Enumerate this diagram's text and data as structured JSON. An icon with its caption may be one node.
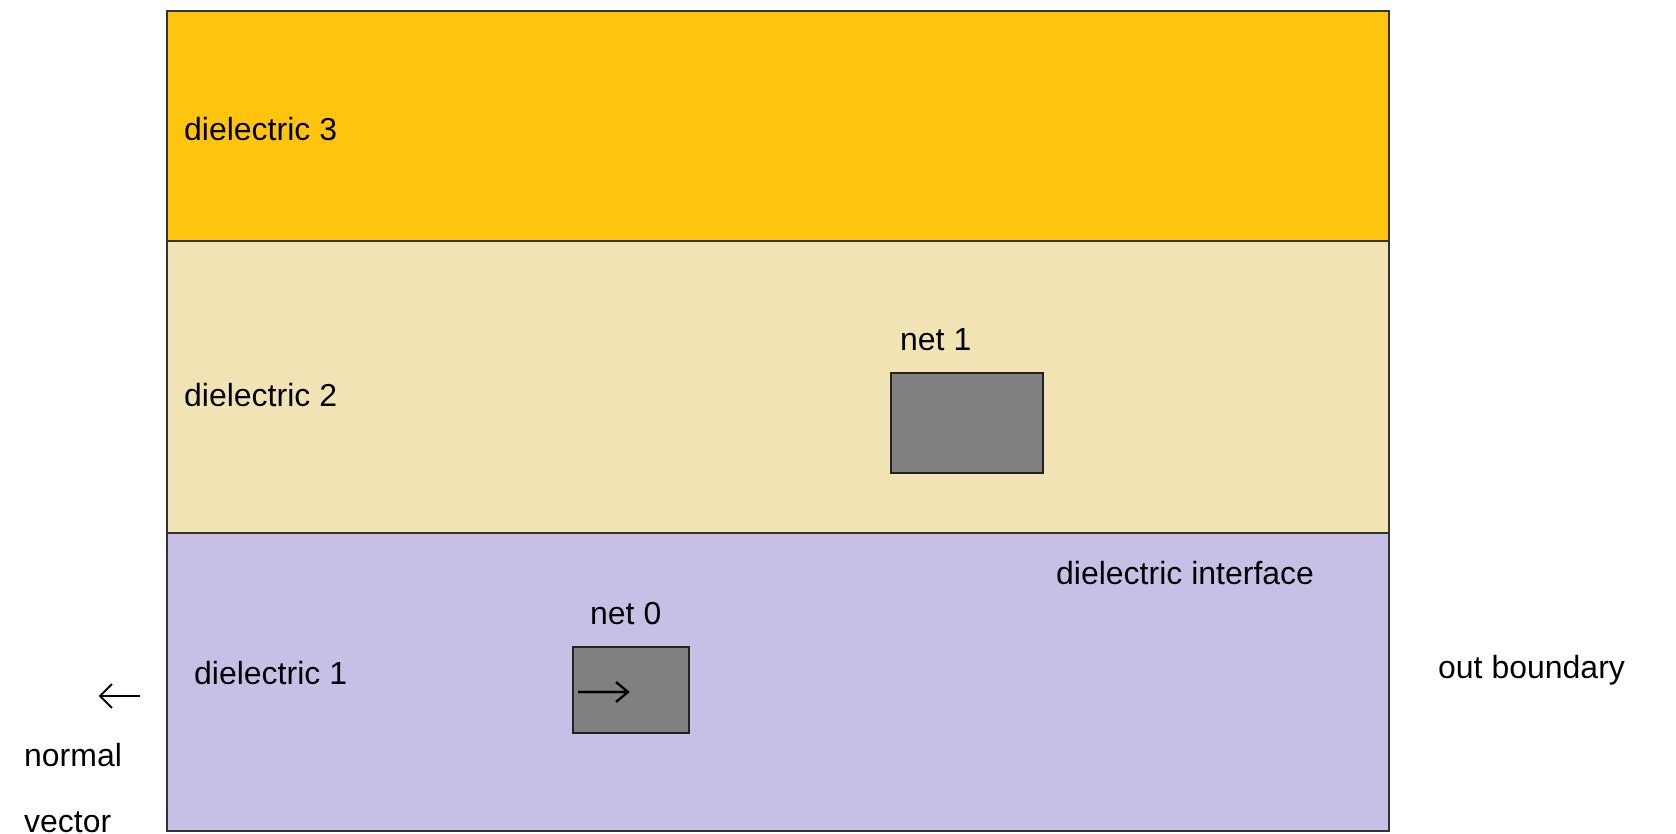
{
  "diagram": {
    "nodes": [
      {
        "text": [
          "dielectric 3"
        ]
      },
      {
        "text": [
          "dielectric 2"
        ]
      },
      {
        "text": [
          "net 1"
        ],
        "in": 1
      },
      {
        "text": [
          "dielectric 1"
        ]
      },
      {
        "text": [
          "net 0"
        ],
        "in": 3
      }
    ],
    "labels": [
      "dielectric interface",
      "out boundary",
      "normal vector"
    ]
  }
}
